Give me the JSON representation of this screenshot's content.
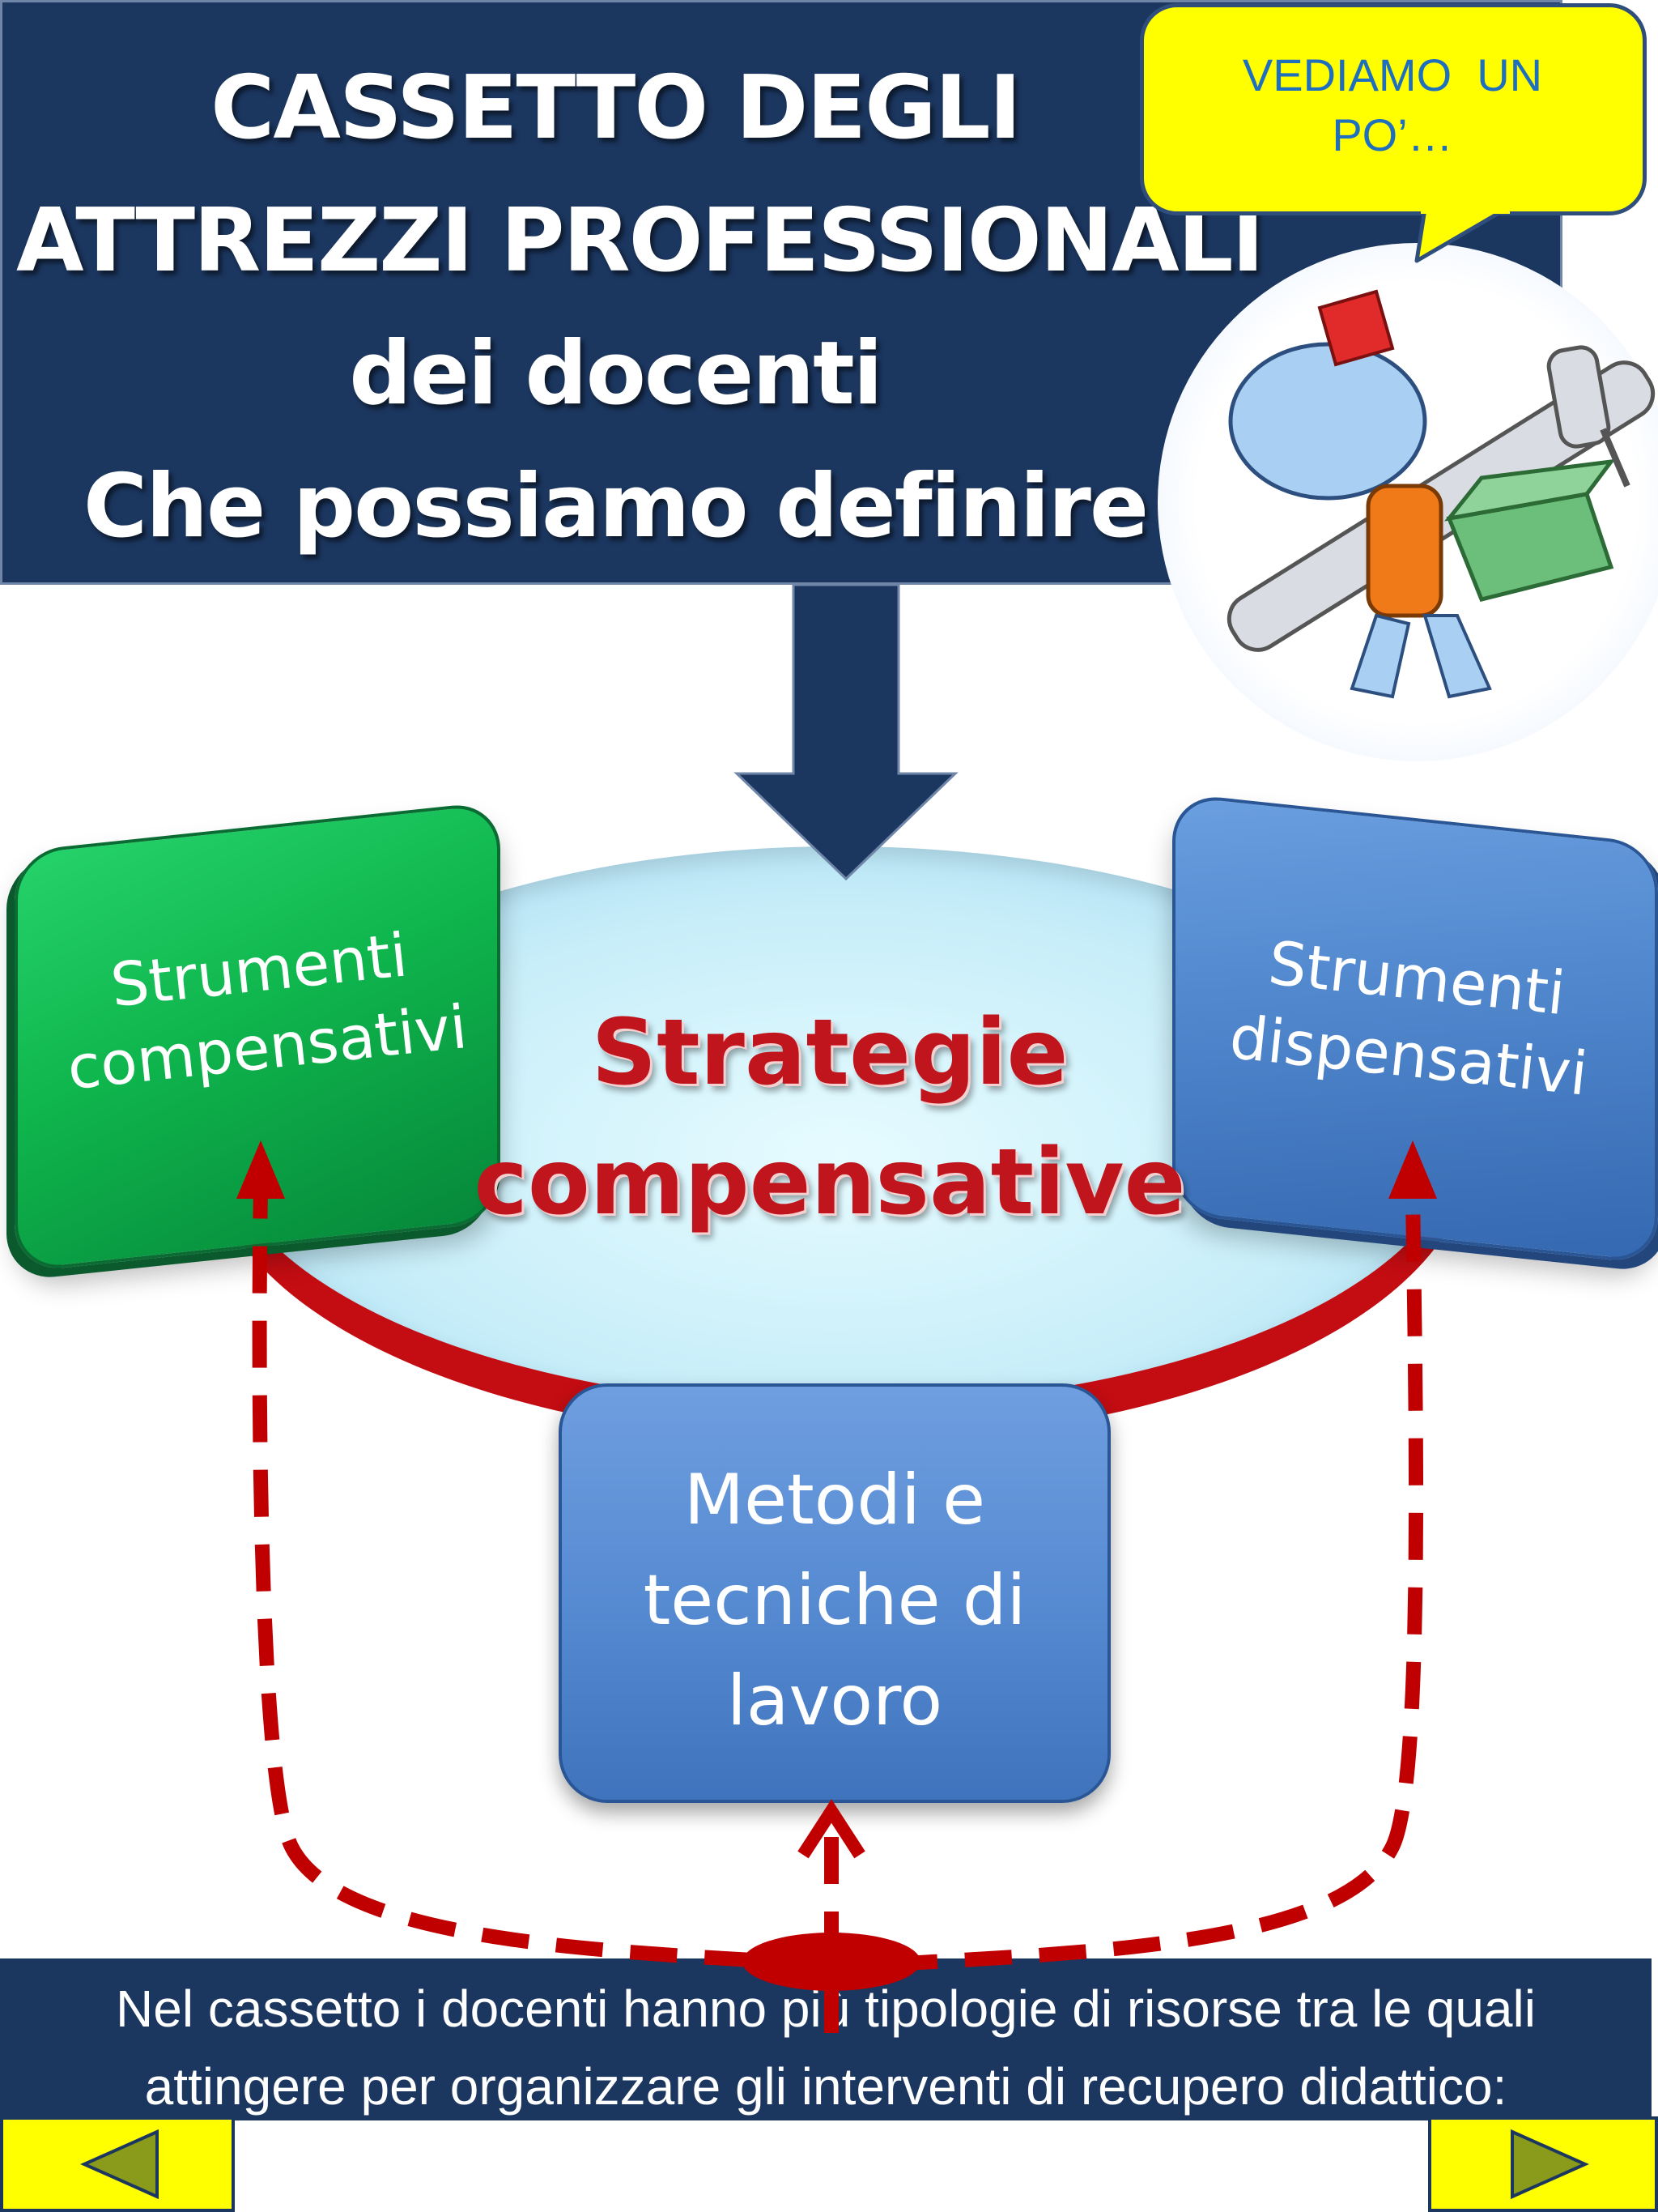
{
  "title": {
    "lines": [
      "CASSETTO DEGLI",
      "ATTREZZI PROFESSIONALI",
      "dei docenti",
      "Che possiamo definire"
    ]
  },
  "bubble": {
    "lines": [
      "VEDIAMO  UN",
      "PO’…"
    ]
  },
  "center": {
    "lines": [
      "Strategie",
      "compensative"
    ]
  },
  "boxes": {
    "left": {
      "lines": [
        "Strumenti",
        "compensativi"
      ]
    },
    "right": {
      "lines": [
        "Strumenti",
        "dispensativi"
      ]
    },
    "middle": {
      "lines": [
        "Metodi e",
        "tecniche di",
        "lavoro"
      ]
    }
  },
  "caption": {
    "lines": [
      "Nel cassetto i docenti hanno più tipologie di risorse tra le quali",
      "attingere per organizzare gli interventi di recupero didattico:"
    ]
  },
  "icons": {
    "prev": "triangle-left-icon",
    "next": "triangle-right-icon",
    "mascot": "plumber-mascot-icon"
  },
  "colors": {
    "banner": "#1b365f",
    "bubble": "#ffff00",
    "bubble_text": "#1f6fbf",
    "green_box": "#0fb54d",
    "blue_box": "#4f86cc",
    "accent_red": "#c0151c",
    "nav_arrow": "#8a9a1a"
  }
}
